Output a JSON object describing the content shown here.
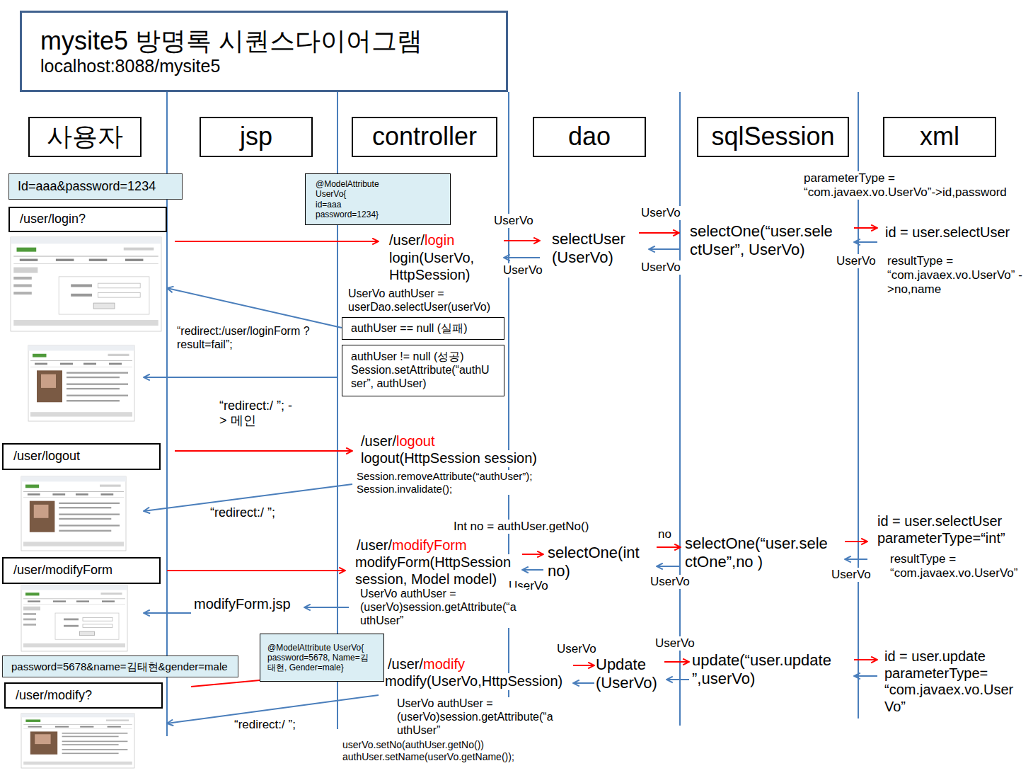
{
  "diagram": {
    "nodes": [
      {
        "text": [
          "mysite5 방명록 시퀀스다이어그램",
          "localhost:8088/mysite5"
        ]
      },
      {
        "text": [
          "사용자"
        ]
      },
      {
        "text": [
          "jsp"
        ]
      },
      {
        "text": [
          "controller"
        ]
      },
      {
        "text": [
          "dao"
        ]
      },
      {
        "text": [
          "sqlSession"
        ]
      },
      {
        "text": [
          "xml"
        ]
      },
      {
        "text": [
          "Id=aaa&password=1234"
        ]
      },
      {
        "text": [
          "/user/login?"
        ]
      },
      {
        "text": [
          "@ModelAttribute UserVo{ id=aaa password=1234}"
        ]
      },
      {
        "text": [
          "authUser == null (실패)"
        ]
      },
      {
        "text": [
          "authUser != null (성공) Session.setAttribute(“authU ser”, authUser)"
        ]
      },
      {
        "text": [
          "/user/logout"
        ]
      },
      {
        "text": [
          "/user/modifyForm"
        ]
      },
      {
        "text": [
          "password=5678&name=김태현&gender=male"
        ]
      },
      {
        "text": [
          "@ModelAttribute UserVo{ password=5678, Name=김태현, Gender=male}"
        ]
      },
      {
        "text": [
          "/user/modify?"
        ]
      }
    ],
    "labels": [
      "parameterType = “com.javaex.vo.UserVo”->id,password",
      "UserVo",
      "/user/",
      "login",
      "login(UserVo, HttpSession)",
      "selectUser (UserVo)",
      "UserVo",
      "UserVo",
      "selectOne(“user.sele ctUser”, UserVo)",
      "UserVo",
      "id = user.selectUser",
      "UserVo",
      "resultType = “com.javaex.vo.UserVo” ->no,name",
      "UserVo authUser = userDao.selectUser(userVo)",
      "“redirect:/user/loginForm ?result=fail”;",
      "“redirect:/ ”; -> 메인",
      "/user/",
      "logout",
      "logout(HttpSession session)",
      "Session.removeAttribute(“authUser”); Session.invalidate();",
      "“redirect:/ ”;",
      "Int no = authUser.getNo()",
      "/user/",
      "modifyForm",
      "modifyForm(HttpSession session, Model model)",
      "selectOne(int no)",
      "no",
      "UserVo",
      "UserVo",
      "selectOne(“user.sele ctOne”,no )",
      "id = user.selectUser parameterType=“int”",
      "UserVo",
      "resultType = “com.javaex.vo.UserVo”",
      "UserVo authUser = (userVo)session.getAttribute(“a uthUser”",
      "modifyForm.jsp",
      "/user/",
      "modify",
      "modify(UserVo,HttpSession)",
      "UserVo",
      "Update (UserVo)",
      "UserVo",
      "update(“user.update ”,userVo)",
      "id = user.update parameterType= “com.javaex.vo.User Vo”",
      "“redirect:/ ”;",
      "UserVo authUser = (userVo)session.getAttribute(“a uthUser”",
      "userVo.setNo(authUser.getNo())",
      "authUser.setName(userVo.getName());"
    ]
  }
}
